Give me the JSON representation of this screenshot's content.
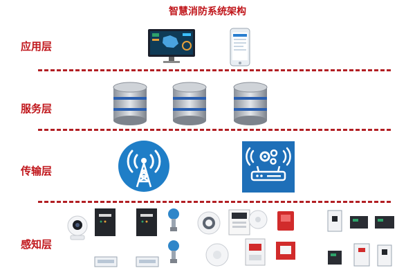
{
  "title": "智慧消防系统架构",
  "layers": [
    {
      "label": "应用层"
    },
    {
      "label": "服务层"
    },
    {
      "label": "传输层"
    },
    {
      "label": "感知层"
    }
  ],
  "icons": {
    "application": [
      "monitor-dashboard-icon",
      "mobile-app-icon"
    ],
    "service": [
      "database-server-icon",
      "database-server-icon",
      "database-server-icon"
    ],
    "transmission": [
      "cell-tower-icon",
      "wifi-router-icon"
    ],
    "perception": [
      "camera-icon",
      "control-box-icon",
      "control-box-icon",
      "pressure-gauge-icon",
      "smoke-detector-icon",
      "panel-device-icon",
      "alarm-device-icon",
      "sound-light-alarm-icon",
      "circuit-breaker-icon",
      "meter-module-icon"
    ]
  },
  "colors": {
    "accent": "#c0161b",
    "tower_bg": "#1f7ec7",
    "router_bg": "#1e6fb8"
  }
}
